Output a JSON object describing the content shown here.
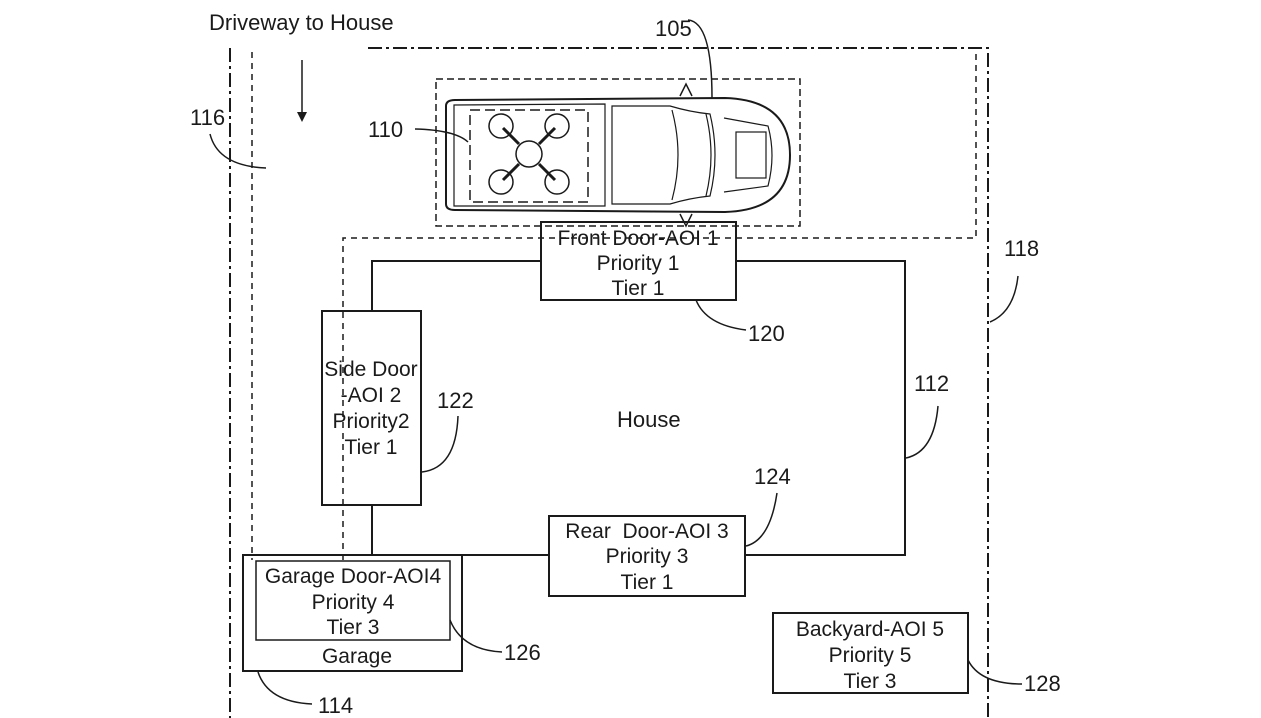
{
  "diagram": {
    "driveway_label": "Driveway to House",
    "house_label": "House",
    "garage_label": "Garage",
    "reference_numerals": {
      "vehicle": "105",
      "drone": "110",
      "house": "112",
      "garage": "114",
      "driveway": "116",
      "property_boundary": "118",
      "front_door": "120",
      "side_door": "122",
      "rear_door": "124",
      "garage_door": "126",
      "backyard": "128"
    },
    "areas_of_interest": [
      {
        "name": "Front Door-AOI 1",
        "priority": "Priority 1",
        "tier": "Tier 1"
      },
      {
        "name_line1": "Side Door",
        "name_line2": "-AOI 2",
        "priority": "Priority2",
        "tier": "Tier 1"
      },
      {
        "name": "Rear  Door-AOI 3",
        "priority": "Priority 3",
        "tier": "Tier 1"
      },
      {
        "name": "Garage Door-AOI4",
        "priority": "Priority 4",
        "tier": "Tier 3"
      },
      {
        "name": "Backyard-AOI 5",
        "priority": "Priority 5",
        "tier": "Tier 3"
      }
    ]
  }
}
